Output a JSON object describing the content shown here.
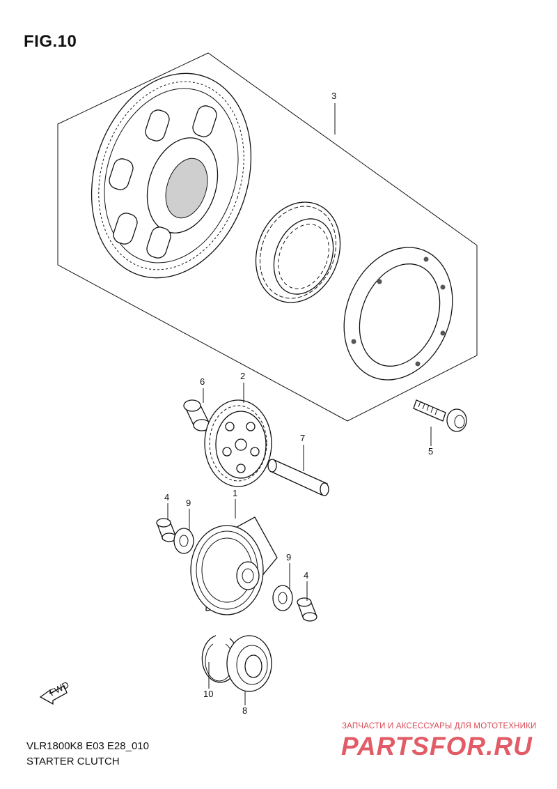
{
  "header": {
    "figure_title": "FIG.10"
  },
  "footer": {
    "model_code": "VLR1800K8 E03 E28_010",
    "section_name": "STARTER CLUTCH"
  },
  "watermark": {
    "tagline": "ЗАПЧАСТИ И АКСЕССУАРЫ ДЛЯ МОТОТЕХНИКИ",
    "brand": "PARTSFOR.RU",
    "color": "#e25c67"
  },
  "direction_arrow": {
    "label": "FWD"
  },
  "callouts": [
    {
      "id": "c3",
      "number": "3"
    },
    {
      "id": "c6",
      "number": "6"
    },
    {
      "id": "c2",
      "number": "2"
    },
    {
      "id": "c5",
      "number": "5"
    },
    {
      "id": "c7",
      "number": "7"
    },
    {
      "id": "c4a",
      "number": "4"
    },
    {
      "id": "c9a",
      "number": "9"
    },
    {
      "id": "c1",
      "number": "1"
    },
    {
      "id": "c9b",
      "number": "9"
    },
    {
      "id": "c4b",
      "number": "4"
    },
    {
      "id": "c10",
      "number": "10"
    },
    {
      "id": "c8",
      "number": "8"
    }
  ]
}
